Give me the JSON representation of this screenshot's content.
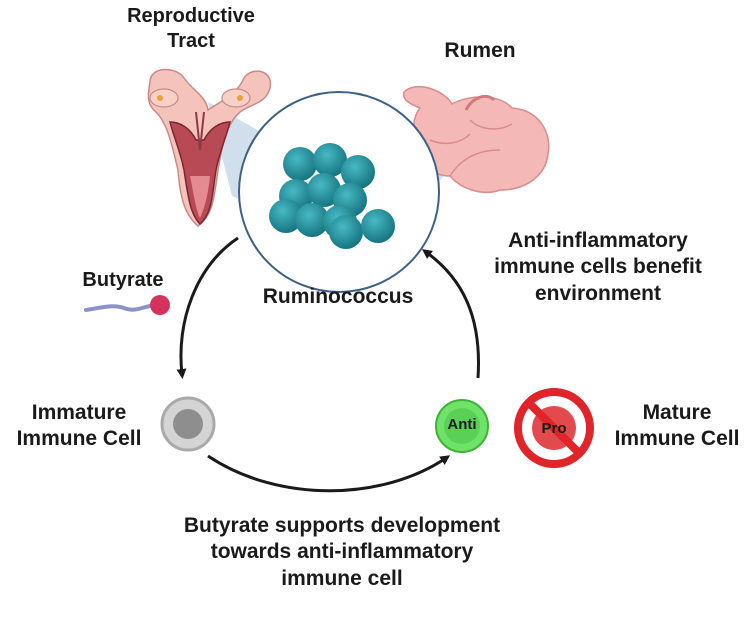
{
  "labels": {
    "reproductive_tract": "Reproductive\nTract",
    "rumen": "Rumen",
    "ruminococcus": "Ruminococcus",
    "butyrate": "Butyrate",
    "anti_inflammatory_env": "Anti-inflammatory\nimmune cells benefit\nenvironment",
    "immature_cell": "Immature\nImmune Cell",
    "mature_cell": "Mature\nImmune Cell",
    "butyrate_supports": "Butyrate supports  development\ntowards anti-inflammatory\nimmune cell"
  },
  "cells": {
    "anti": "Anti",
    "pro": "Pro"
  },
  "colors": {
    "bacteria": "#1a8a98",
    "anti_cell": "#5fd65a",
    "pro_cell": "#e0252a",
    "immature_cell": "#a9a9a9",
    "butyrate_ball": "#d6335c",
    "butyrate_chain": "#8a92c8",
    "tissue_pink": "#f2b7b4",
    "magnifier_fill": "#cfdcea"
  }
}
